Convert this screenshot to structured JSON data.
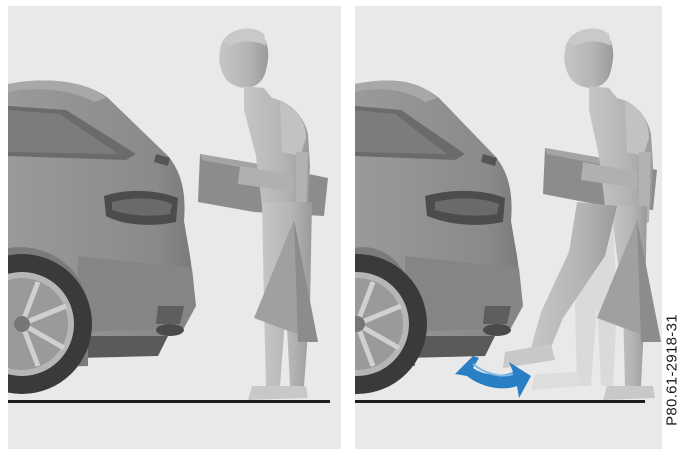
{
  "figure": {
    "code": "P80.61-2918-31",
    "colors": {
      "panel_background": "#e9e9e9",
      "car_body": "#8f8f8f",
      "person": "#b8b8b8",
      "ground_line": "#1c1c1c",
      "motion_arrow": "#2a7fc4"
    },
    "panels": [
      {
        "pose": "standing"
      },
      {
        "pose": "kick-gesture",
        "arrow_icon": "double-arrow-icon"
      }
    ]
  }
}
